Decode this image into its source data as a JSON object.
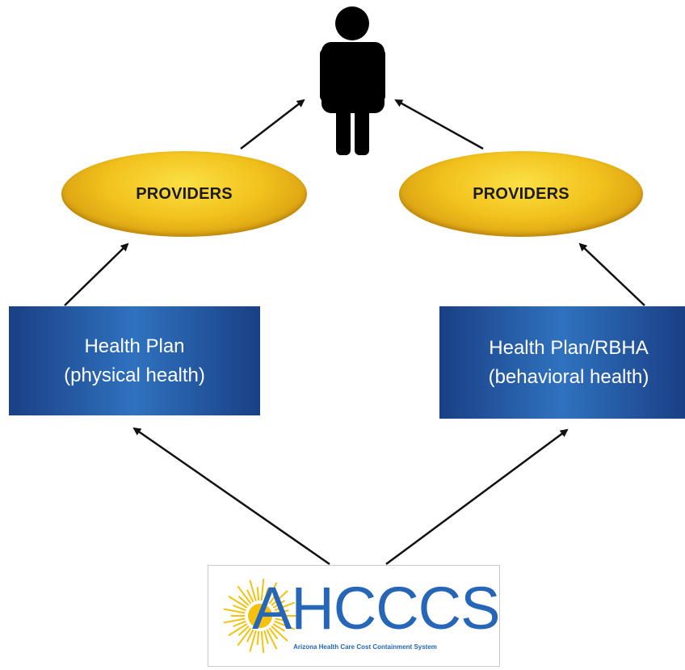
{
  "providers": {
    "left_label": "PROVIDERS",
    "right_label": "PROVIDERS"
  },
  "health_plans": {
    "left": {
      "line1": "Health Plan",
      "line2": "(physical health)"
    },
    "right": {
      "line1": "Health Plan/RBHA",
      "line2": "(behavioral health)"
    }
  },
  "logo": {
    "name": "AHCCCS",
    "tagline": "Arizona Health Care Cost Containment System"
  },
  "colors": {
    "provider_gold": "#f2c21d",
    "plan_blue": "#2f72bf",
    "logo_blue": "#2566b8",
    "sun_yellow": "#f4c20d",
    "arrow_black": "#111111",
    "person_black": "#000000"
  },
  "icons": {
    "member": "person-icon",
    "logo_mark": "sun-icon"
  }
}
